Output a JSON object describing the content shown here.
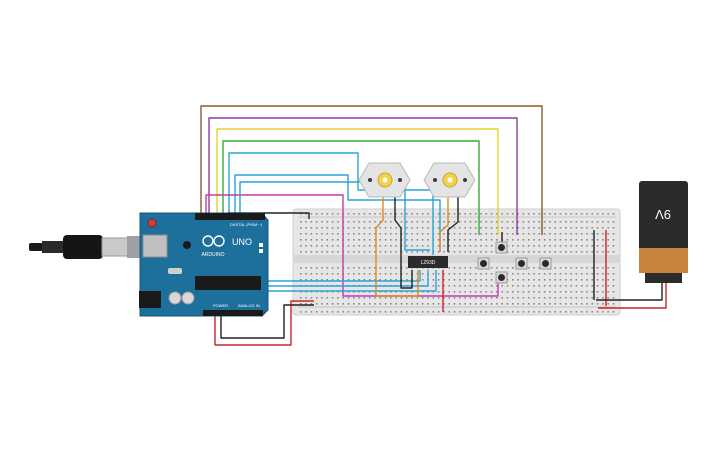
{
  "arduino": {
    "brand": "ARDUINO",
    "model": "UNO",
    "digital_label": "DIGITAL (PWM ~)",
    "power_label": "POWER",
    "analog_label": "ANALOG IN"
  },
  "driver_ic": {
    "label": "L293D"
  },
  "battery": {
    "label": "9V"
  },
  "colors": {
    "arduino_board": "#1d6f9c",
    "breadboard": "#e6e6e6",
    "motor_body": "#e4e4e4",
    "motor_hub": "#f2d44a",
    "battery_black": "#2b2b2b",
    "battery_copper": "#c8843c",
    "wire_brown": "#8b5a2b",
    "wire_purple": "#8e3b9e",
    "wire_yellow": "#e8d22a",
    "wire_green": "#3aa83a",
    "wire_blue": "#2aa3d8",
    "wire_magenta": "#c43ab0",
    "wire_orange": "#e08a1e",
    "wire_red": "#cc2222",
    "wire_black": "#222222"
  },
  "icons": [
    "usb-cable-icon",
    "reset-button-icon",
    "dc-motor-icon",
    "pushbutton-icon",
    "battery-icon"
  ]
}
